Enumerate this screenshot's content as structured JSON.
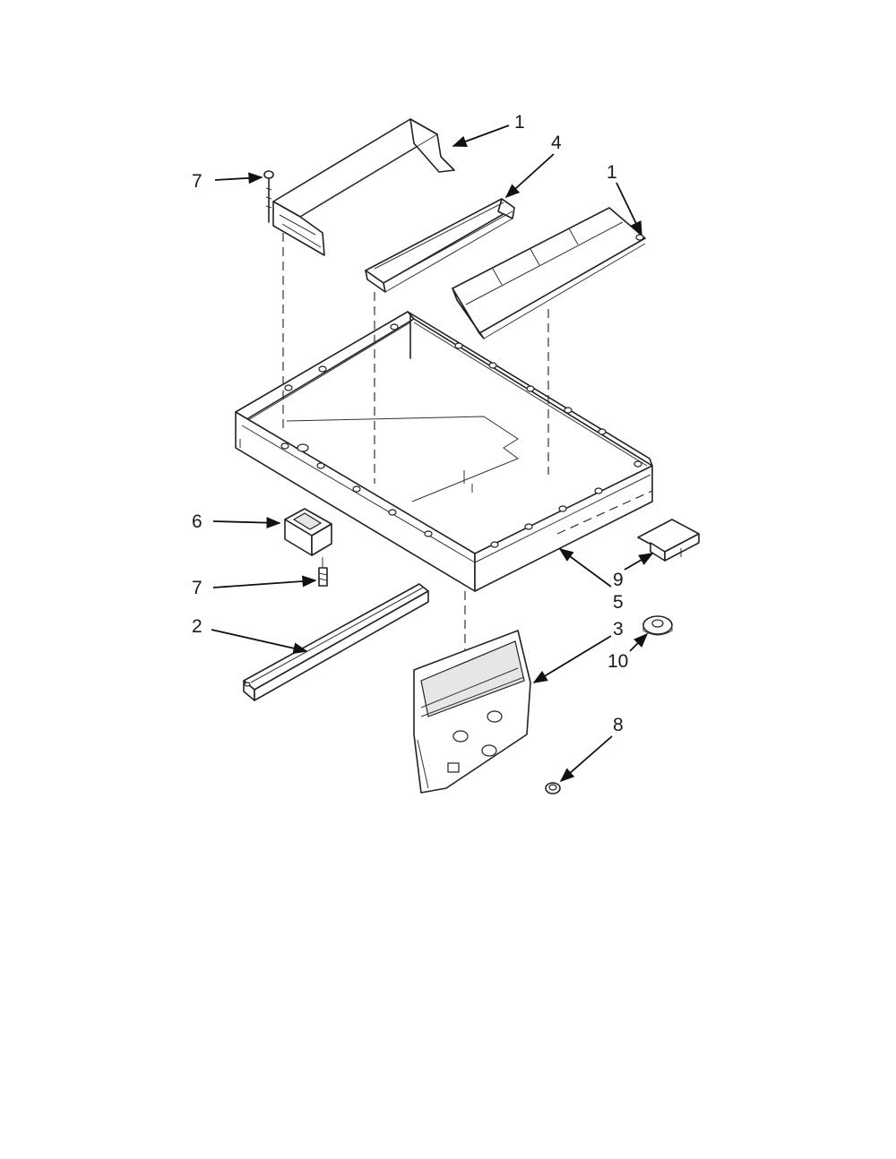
{
  "callouts": {
    "c1a": "1",
    "c4": "4",
    "c1b": "1",
    "c7a": "7",
    "c6": "6",
    "c7b": "7",
    "c2": "2",
    "c9": "9",
    "c5": "5",
    "c3": "3",
    "c10": "10",
    "c8": "8"
  }
}
